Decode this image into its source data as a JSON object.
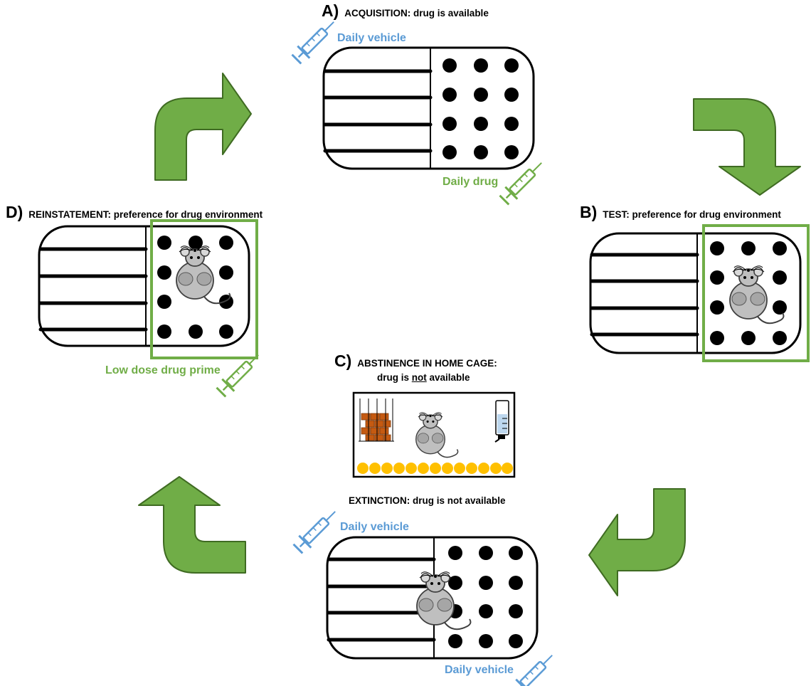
{
  "panels": {
    "a": {
      "letter": "A)",
      "title": "ACQUISITION: drug is available",
      "inj_top": "Daily vehicle",
      "inj_bottom": "Daily drug"
    },
    "b": {
      "letter": "B)",
      "title": "TEST: preference for drug environment"
    },
    "c": {
      "letter": "C)",
      "title_line1": "ABSTINENCE IN HOME CAGE:",
      "line2_pre": "drug is ",
      "line2_under": "not",
      "line2_post": " available"
    },
    "extinction": {
      "title": "EXTINCTION: drug is not available",
      "inj_top": "Daily vehicle",
      "inj_bottom": "Daily vehicle"
    },
    "d": {
      "letter": "D)",
      "title": "REINSTATEMENT: preference for drug environment",
      "inj_bottom": "Low dose drug prime"
    }
  },
  "colors": {
    "vehicle": "#5b9bd5",
    "drug": "#70ad47",
    "arrow": "#70ad47",
    "bedding": "#ffc000",
    "brick": "#c55a11",
    "mouse": "#bfbfbf"
  },
  "icons": [
    "syringe-icon",
    "mouse-icon",
    "water-bottle-icon",
    "curved-arrow-icon"
  ]
}
